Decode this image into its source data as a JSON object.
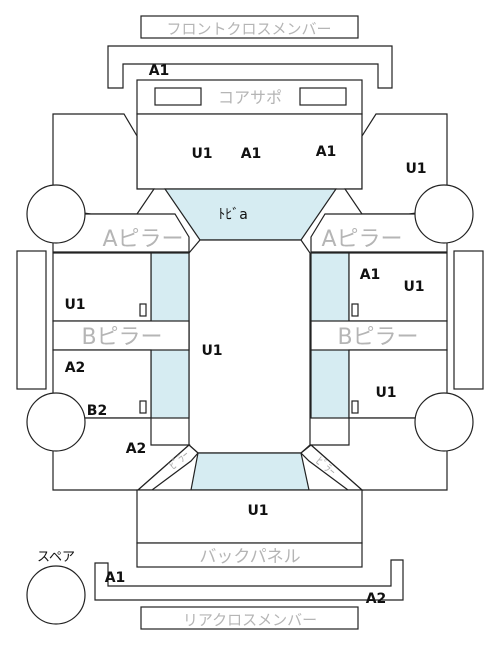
{
  "panel_labels": {
    "front_cross_member": "フロントクロスメンバー",
    "core_support": "コアサポ",
    "a_pillar_left": "Aピラー",
    "a_pillar_right": "Aピラー",
    "b_pillar_left": "Bピラー",
    "b_pillar_right": "Bピラー",
    "back_panel": "バックパネル",
    "rear_cross_member": "リアクロスメンバー",
    "roof": "ﾄﾋﾞa",
    "spare": "スペア"
  },
  "damage_codes": {
    "front_member": "A1",
    "hood_left": "U1",
    "hood_center": "A1",
    "hood_right": "A1",
    "right_front_fender": "U1",
    "left_front_door": "U1",
    "right_front_door_a": "A1",
    "right_front_door_b": "U1",
    "center_cabin": "U1",
    "left_rear_door": "A2",
    "right_rear_door": "U1",
    "left_rear_wheel": "B2",
    "left_quarter": "A2",
    "trunk": "U1",
    "rear_member_left": "A1",
    "rear_member_right": "A2"
  }
}
